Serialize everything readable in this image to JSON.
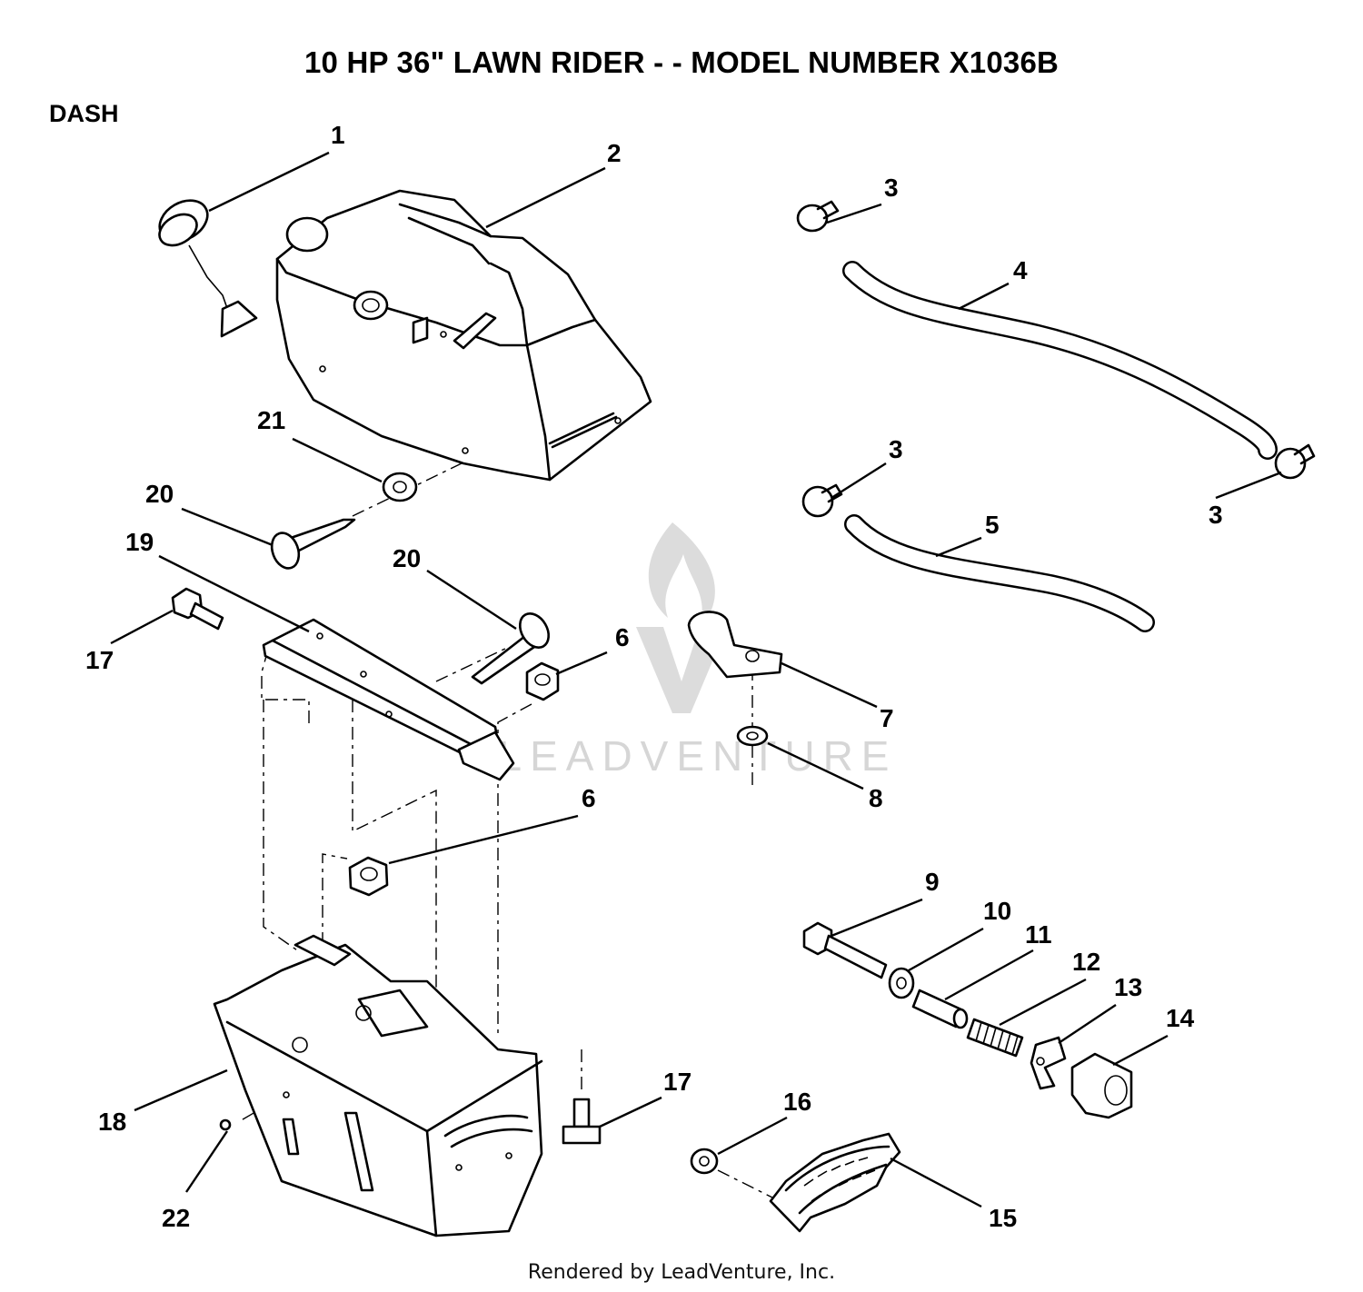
{
  "title": "10 HP 36\" LAWN RIDER - - MODEL NUMBER X1036B",
  "section_label": "DASH",
  "watermark": "LEADVENTURE",
  "footer": "Rendered by LeadVenture, Inc.",
  "callouts": [
    {
      "id": "c1",
      "label": "1"
    },
    {
      "id": "c2",
      "label": "2"
    },
    {
      "id": "c3a",
      "label": "3"
    },
    {
      "id": "c3b",
      "label": "3"
    },
    {
      "id": "c3c",
      "label": "3"
    },
    {
      "id": "c4",
      "label": "4"
    },
    {
      "id": "c5",
      "label": "5"
    },
    {
      "id": "c6a",
      "label": "6"
    },
    {
      "id": "c6b",
      "label": "6"
    },
    {
      "id": "c7",
      "label": "7"
    },
    {
      "id": "c8",
      "label": "8"
    },
    {
      "id": "c9",
      "label": "9"
    },
    {
      "id": "c10",
      "label": "10"
    },
    {
      "id": "c11",
      "label": "11"
    },
    {
      "id": "c12",
      "label": "12"
    },
    {
      "id": "c13",
      "label": "13"
    },
    {
      "id": "c14",
      "label": "14"
    },
    {
      "id": "c15",
      "label": "15"
    },
    {
      "id": "c16",
      "label": "16"
    },
    {
      "id": "c17a",
      "label": "17"
    },
    {
      "id": "c17b",
      "label": "17"
    },
    {
      "id": "c18",
      "label": "18"
    },
    {
      "id": "c19",
      "label": "19"
    },
    {
      "id": "c20a",
      "label": "20"
    },
    {
      "id": "c20b",
      "label": "20"
    },
    {
      "id": "c21",
      "label": "21"
    },
    {
      "id": "c22",
      "label": "22"
    }
  ]
}
